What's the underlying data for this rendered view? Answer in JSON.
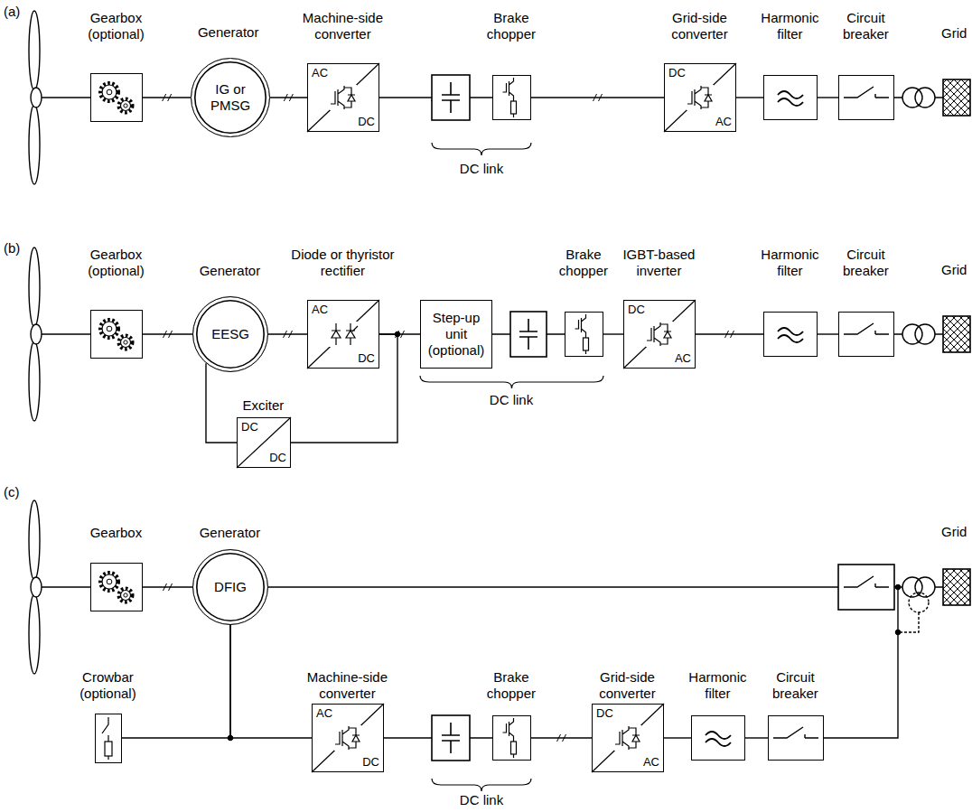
{
  "diagram": {
    "nodes": [
      {
        "text": [
          "Gearbox (optional)"
        ]
      },
      {
        "text": [
          "Generator",
          "IG or PMSG"
        ]
      },
      {
        "text": [
          "Machine-side converter",
          "AC",
          "DC"
        ]
      },
      {
        "text": [
          "Brake chopper"
        ]
      },
      {
        "text": [
          "Grid-side converter",
          "DC",
          "AC"
        ]
      },
      {
        "text": [
          "Harmonic filter"
        ]
      },
      {
        "text": [
          "Circuit breaker"
        ]
      },
      {
        "text": [
          "Gearbox (optional)"
        ]
      },
      {
        "text": [
          "Generator",
          "EESG"
        ]
      },
      {
        "text": [
          "Diode or thyristor rectifier",
          "AC",
          "DC"
        ]
      },
      {
        "text": [
          "Step-up unit (optional)"
        ]
      },
      {
        "text": [
          "Brake chopper"
        ]
      },
      {
        "text": [
          "IGBT-based inverter",
          "DC",
          "AC"
        ]
      },
      {
        "text": [
          "Harmonic filter"
        ]
      },
      {
        "text": [
          "Circuit breaker"
        ]
      },
      {
        "text": [
          "Exciter",
          "DC",
          "DC"
        ]
      },
      {
        "text": [
          "Gearbox"
        ]
      },
      {
        "text": [
          "Generator",
          "DFIG"
        ]
      },
      {
        "text": [
          "Crowbar (optional)"
        ]
      },
      {
        "text": [
          "Machine-side converter",
          "AC",
          "DC"
        ]
      },
      {
        "text": [
          "Brake chopper"
        ]
      },
      {
        "text": [
          "Grid-side converter",
          "DC",
          "AC"
        ]
      },
      {
        "text": [
          "Harmonic filter"
        ]
      },
      {
        "text": [
          "Circuit breaker"
        ]
      }
    ],
    "edges": [
      {
        "from": 0,
        "to": 1,
        "arrow": "none"
      },
      {
        "from": 1,
        "to": 2,
        "arrow": "none"
      },
      {
        "from": 2,
        "to": 3,
        "arrow": "none"
      },
      {
        "from": 3,
        "to": 4,
        "arrow": "none"
      },
      {
        "from": 4,
        "to": 5,
        "arrow": "none"
      },
      {
        "from": 5,
        "to": 6,
        "arrow": "none"
      },
      {
        "from": 7,
        "to": 8,
        "arrow": "none"
      },
      {
        "from": 8,
        "to": 9,
        "arrow": "none"
      },
      {
        "from": 9,
        "to": 10,
        "arrow": "none"
      },
      {
        "from": 10,
        "to": 11,
        "arrow": "none"
      },
      {
        "from": 11,
        "to": 12,
        "arrow": "none"
      },
      {
        "from": 12,
        "to": 13,
        "arrow": "none"
      },
      {
        "from": 13,
        "to": 14,
        "arrow": "none"
      },
      {
        "from": 15,
        "to": 8,
        "arrow": "none"
      },
      {
        "from": 9,
        "to": 15,
        "arrow": "none"
      },
      {
        "from": 16,
        "to": 17,
        "arrow": "none"
      },
      {
        "from": 17,
        "to": 19,
        "arrow": "none"
      },
      {
        "from": 17,
        "to": 18,
        "arrow": "none"
      },
      {
        "from": 19,
        "to": 20,
        "arrow": "none"
      },
      {
        "from": 20,
        "to": 21,
        "arrow": "none"
      },
      {
        "from": 21,
        "to": 22,
        "arrow": "none"
      },
      {
        "from": 22,
        "to": 23,
        "arrow": "none"
      }
    ],
    "labels": [
      "(a)",
      "Grid",
      "DC link",
      "(b)",
      "Grid",
      "DC link",
      "(c)",
      "Grid",
      "DC link"
    ]
  }
}
